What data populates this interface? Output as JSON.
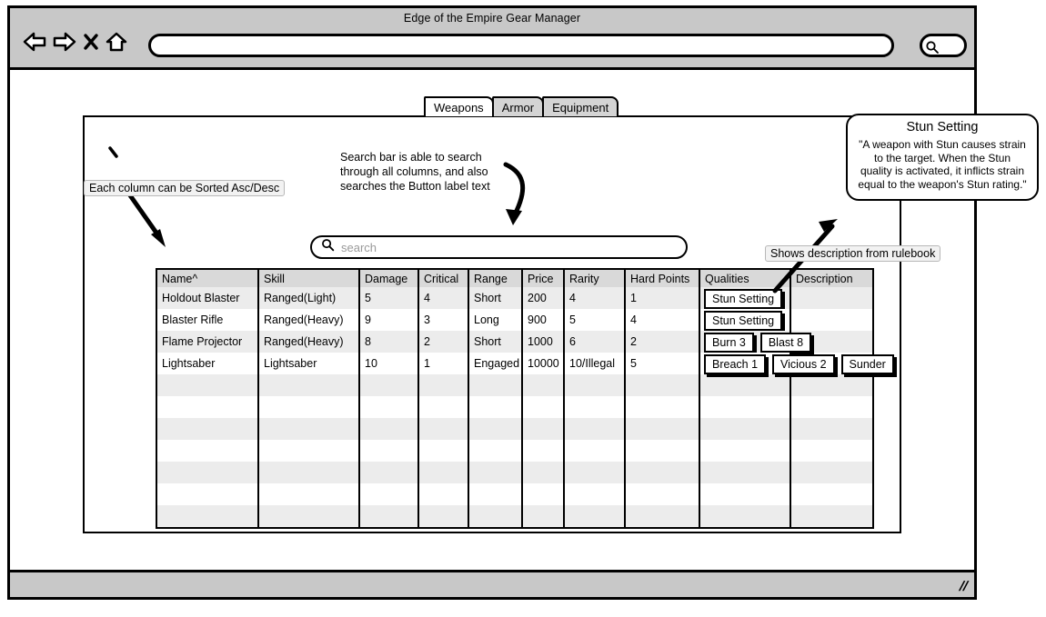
{
  "window": {
    "title": "Edge of the Empire Gear Manager",
    "address_value": "",
    "nav": {
      "back": "back-arrow",
      "forward": "forward-arrow",
      "stop": "stop-x",
      "home": "home"
    },
    "browser_search_icon": "search-icon",
    "resize_grip": "//"
  },
  "tabs": [
    {
      "label": "Weapons",
      "active": true
    },
    {
      "label": "Armor",
      "active": false
    },
    {
      "label": "Equipment",
      "active": false
    }
  ],
  "search": {
    "placeholder": "search",
    "value": "",
    "icon": "search-icon"
  },
  "annotations": {
    "sort_note": "Each column can be Sorted Asc/Desc",
    "search_note_lines": [
      "Search bar is able to search",
      "through all columns, and also",
      "searches the Button label text"
    ],
    "description_note": "Shows description from rulebook"
  },
  "tooltip": {
    "title": "Stun Setting",
    "body": "\"A weapon with Stun causes strain to the target. When the Stun quality is activated, it inflicts strain equal to the weapon's Stun rating.\""
  },
  "table": {
    "columns": [
      "Name^",
      "Skill",
      "Damage",
      "Critical",
      "Range",
      "Price",
      "Rarity",
      "Hard Points",
      "Qualities",
      "Description"
    ],
    "rows": [
      {
        "name": "Holdout Blaster",
        "skill": "Ranged(Light)",
        "damage": "5",
        "critical": "4",
        "range": "Short",
        "price": "200",
        "rarity": "4",
        "hard_points": "1",
        "qualities": [
          "Stun Setting"
        ],
        "description": ""
      },
      {
        "name": "Blaster Rifle",
        "skill": "Ranged(Heavy)",
        "damage": "9",
        "critical": "3",
        "range": "Long",
        "price": "900",
        "rarity": "5",
        "hard_points": "4",
        "qualities": [
          "Stun Setting"
        ],
        "description": ""
      },
      {
        "name": "Flame Projector",
        "skill": "Ranged(Heavy)",
        "damage": "8",
        "critical": "2",
        "range": "Short",
        "price": "1000",
        "rarity": "6",
        "hard_points": "2",
        "qualities": [
          "Burn 3",
          "Blast 8"
        ],
        "description": ""
      },
      {
        "name": "Lightsaber",
        "skill": "Lightsaber",
        "damage": "10",
        "critical": "1",
        "range": "Engaged",
        "price": "10000",
        "rarity": "10/Illegal",
        "hard_points": "5",
        "qualities": [
          "Breach 1",
          "Vicious 2",
          "Sunder"
        ],
        "description": ""
      }
    ],
    "empty_row_count": 6
  },
  "colors": {
    "chrome": "#c8c8c8",
    "header_row": "#d9d9d9",
    "stripe": "#ececec",
    "tab_inactive": "#d4d4d4",
    "outline": "#000000"
  }
}
